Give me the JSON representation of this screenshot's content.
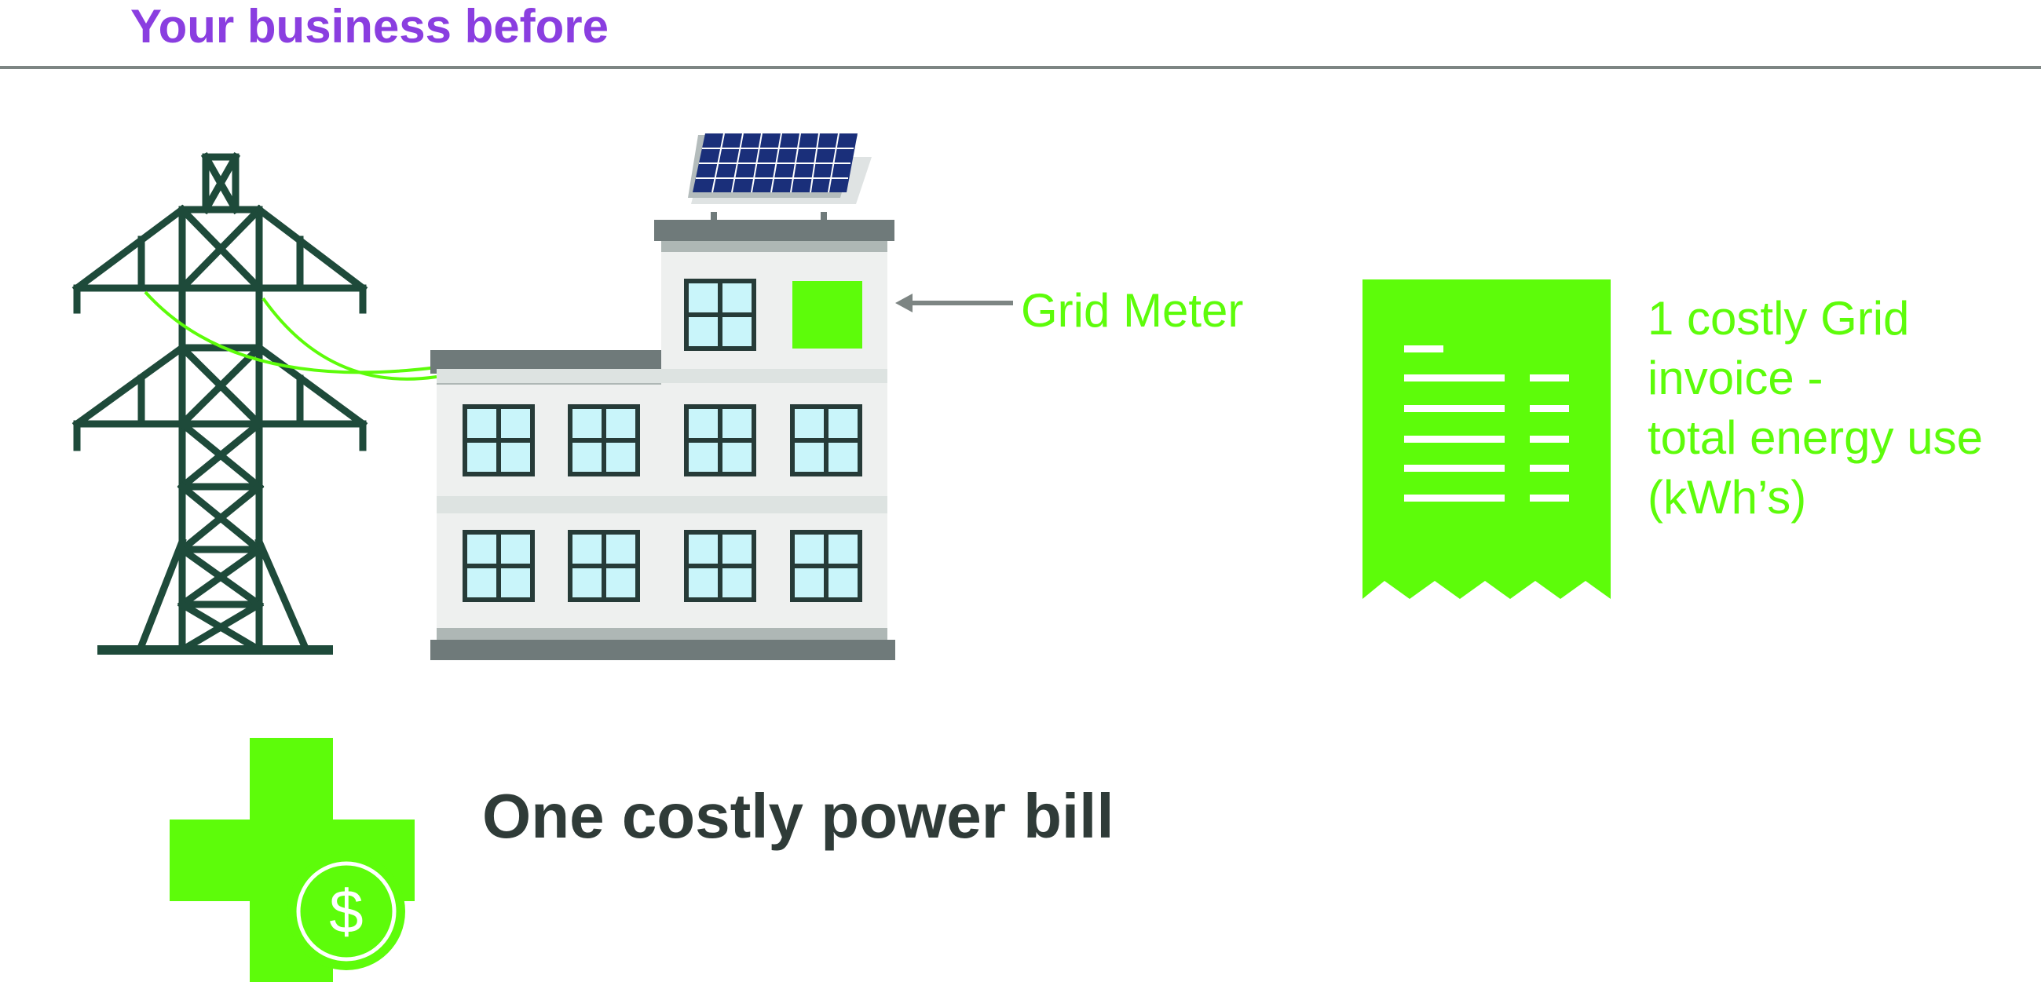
{
  "header": {
    "title": "Your business before"
  },
  "building": {
    "meter_label": "Grid Meter"
  },
  "invoice": {
    "lines": [
      "1 costly Grid",
      "invoice -",
      "total energy use",
      "(kWh’s)"
    ]
  },
  "bill": {
    "label": "One costly power bill",
    "symbol": "$"
  },
  "icons": {
    "pylon": "transmission-tower-icon",
    "building": "office-building-icon",
    "solar": "solar-panel-icon",
    "meter": "grid-meter-icon",
    "invoice": "receipt-icon",
    "bill": "medical-cross-dollar-icon"
  },
  "colors": {
    "title_purple": "#8a3ee0",
    "accent_green": "#5dfc0a",
    "tower_dark": "#1e4a3a",
    "building_wall": "#eef0ef",
    "building_trim": "#6f7a7a",
    "window_glass": "#c9f5fa",
    "window_frame": "#263b38",
    "heading_dark": "#2f3b38",
    "rule_gray": "#7d8583"
  }
}
